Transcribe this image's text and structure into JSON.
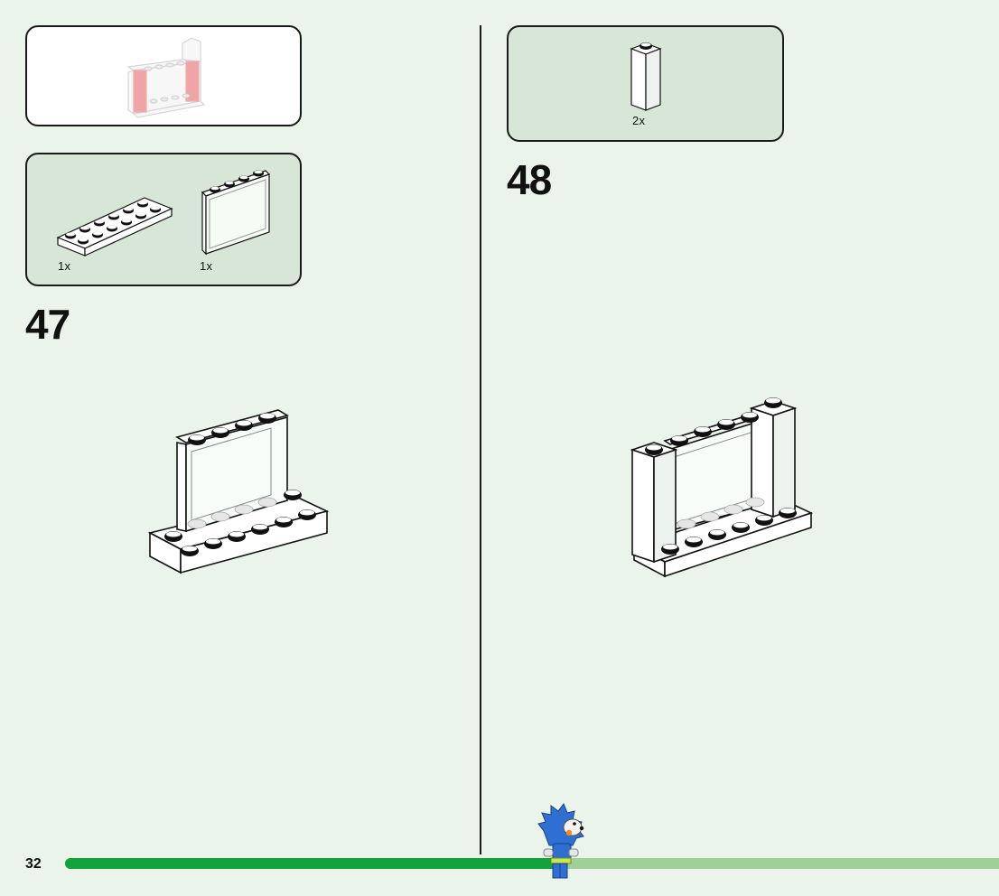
{
  "page": {
    "number": "32",
    "progress_fraction": 0.53
  },
  "steps": [
    {
      "number": "47",
      "overview_callout": {},
      "parts_callout": {
        "parts": [
          {
            "name": "white-2x6-plate",
            "quantity": "1x"
          },
          {
            "name": "window-panel-1x4x3",
            "quantity": "1x"
          }
        ]
      }
    },
    {
      "number": "48",
      "parts_callout": {
        "parts": [
          {
            "name": "white-1x1x3-brick",
            "quantity": "2x"
          }
        ]
      }
    }
  ],
  "colors": {
    "background": "#eaf4ea",
    "callout_green": "#d7e6d7",
    "progress_dark": "#13a33c",
    "progress_light": "#9fd098",
    "ghost_red": "#f2a3a3",
    "mascot_blue": "#2f6fd1"
  },
  "mascot": {
    "icon": "blue-hedgehog-minifigure-icon"
  }
}
